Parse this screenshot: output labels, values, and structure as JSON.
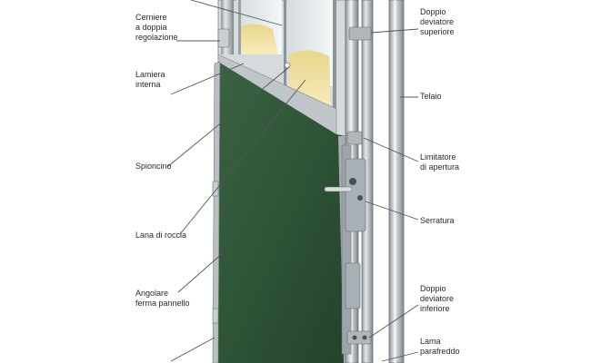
{
  "labels": {
    "cerniere": [
      "Cerniere",
      "a doppia",
      "regolazione"
    ],
    "lamiera": [
      "Lamiera",
      "interna"
    ],
    "spioncino": [
      "Spioncino"
    ],
    "lana": [
      "Lana di roccia"
    ],
    "angolare": [
      "Angolare",
      "ferma pannello"
    ],
    "doppio_superiore": [
      "Doppio",
      "deviatore",
      "superiore"
    ],
    "telaio": [
      "Telaio"
    ],
    "limitatore": [
      "Limitatore",
      "di apertura"
    ],
    "serratura": [
      "Serratura"
    ],
    "doppio_inferiore": [
      "Doppio",
      "deviatore",
      "inferiore"
    ],
    "lama": [
      "Lama",
      "parafreddo"
    ]
  },
  "colors": {
    "panel_green": "#2e5235",
    "frame_metal": "#c3c8cc",
    "insulation": "#f1e4a2",
    "leader_line": "#555555"
  }
}
